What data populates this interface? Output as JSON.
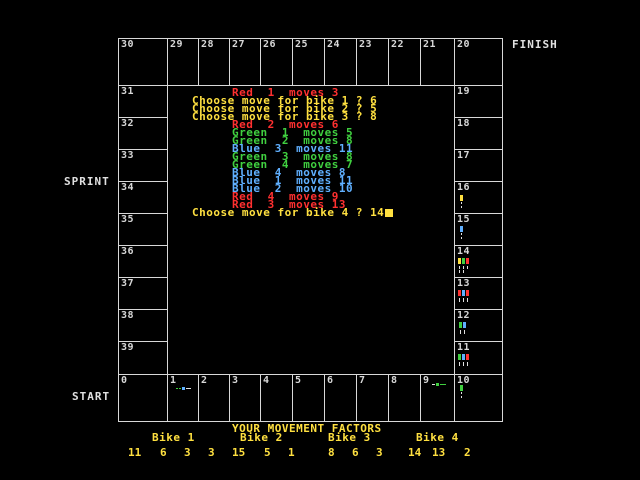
{
  "labels": {
    "finish": "FINISH",
    "sprint": "SPRINT",
    "start": "START"
  },
  "cells": [
    "0",
    "1",
    "2",
    "3",
    "4",
    "5",
    "6",
    "7",
    "8",
    "9",
    "10",
    "11",
    "12",
    "13",
    "14",
    "15",
    "16",
    "17",
    "18",
    "19",
    "20",
    "21",
    "22",
    "23",
    "24",
    "25",
    "26",
    "27",
    "28",
    "29",
    "30",
    "31",
    "32",
    "33",
    "34",
    "35",
    "36",
    "37",
    "38",
    "39"
  ],
  "log": [
    {
      "text": "Red  1  moves 3",
      "color": "#ff3030"
    },
    {
      "text": "Choose move for bike 1 ? 6",
      "color": "#ffe040"
    },
    {
      "text": "Choose move for bike 2 ? 5",
      "color": "#ffe040"
    },
    {
      "text": "Choose move for bike 3 ? 8",
      "color": "#ffe040"
    },
    {
      "text": "Red  2  moves 6",
      "color": "#ff3030"
    },
    {
      "text": "Green  1  moves 5",
      "color": "#40d040"
    },
    {
      "text": "Green  2  moves 8",
      "color": "#40d040"
    },
    {
      "text": "Blue  3  moves 11",
      "color": "#60b0ff"
    },
    {
      "text": "Green  3  moves 8",
      "color": "#40d040"
    },
    {
      "text": "Green  4  moves 7",
      "color": "#40d040"
    },
    {
      "text": "Blue  4  moves 8",
      "color": "#60b0ff"
    },
    {
      "text": "Blue  1  moves 11",
      "color": "#60b0ff"
    },
    {
      "text": "Blue  2  moves 10",
      "color": "#60b0ff"
    },
    {
      "text": "Red  4  moves 9",
      "color": "#ff3030"
    },
    {
      "text": "Red  3  moves 13",
      "color": "#ff3030"
    },
    {
      "text": "Choose move for bike 4 ? 14",
      "color": "#ffe040"
    }
  ],
  "factors": {
    "title": "YOUR MOVEMENT FACTORS",
    "bikes": [
      "Bike 1",
      "Bike 2",
      "Bike 3",
      "Bike 4"
    ],
    "values": [
      "11",
      "6",
      "3",
      "3",
      "15",
      "5",
      "1",
      "8",
      "6",
      "3",
      "14",
      "13",
      "2"
    ]
  },
  "colors": {
    "red": "#ff3030",
    "green": "#40d040",
    "blue": "#60b0ff",
    "yellow": "#ffe040",
    "white": "#e0e0e0"
  }
}
